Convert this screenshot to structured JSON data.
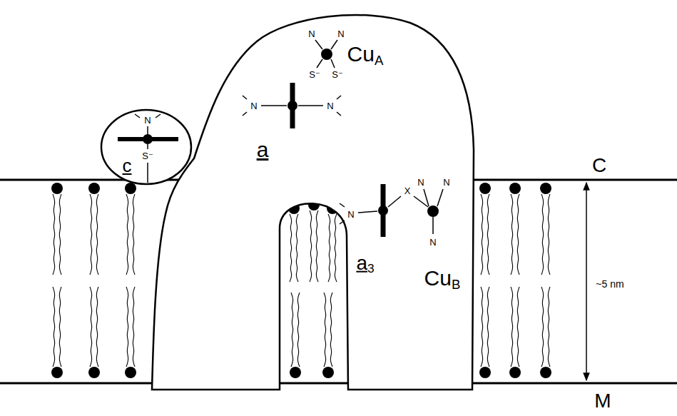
{
  "diagram": {
    "nodes": [
      {
        "text": [
          "c"
        ]
      },
      {
        "text": [
          "CuA",
          "a",
          "a3",
          "CuB"
        ]
      }
    ],
    "labels": [
      "C",
      "~5 nm",
      "M",
      "N",
      "S⁻",
      "N",
      "N",
      "S⁻",
      "S⁻",
      "N",
      "N",
      "N",
      "X",
      "N",
      "N",
      "N"
    ]
  }
}
